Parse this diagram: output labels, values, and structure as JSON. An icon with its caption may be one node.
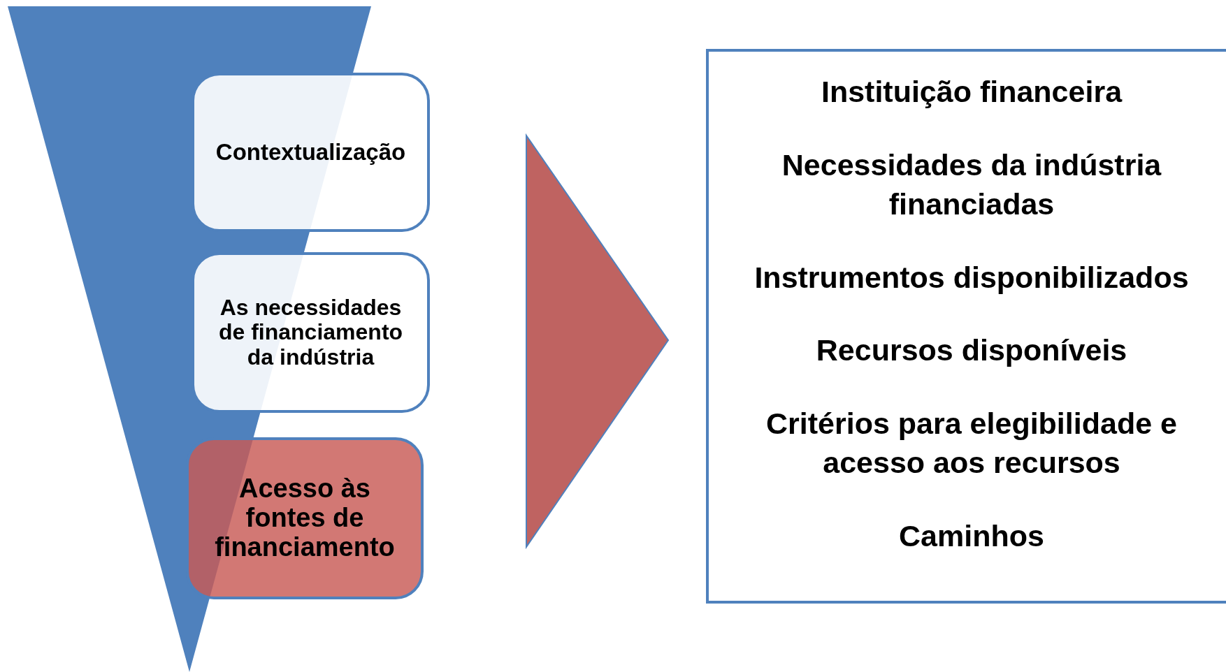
{
  "diagram": {
    "nodes": [
      {
        "text": [
          "Contextualização"
        ]
      },
      {
        "text": [
          "As necessidades de financiamento da indústria"
        ]
      },
      {
        "text": [
          "Acesso às fontes de financiamento"
        ]
      },
      {
        "text": [
          "Instituição financeira",
          "Necessidades da indústria financiadas",
          "Instrumentos disponibilizados",
          "Recursos disponíveis",
          "Critérios para elegibilidade e acesso aos recursos",
          "Caminhos"
        ]
      }
    ],
    "edges": [
      {
        "from": 2,
        "to": 3,
        "arrow": "to"
      }
    ]
  }
}
